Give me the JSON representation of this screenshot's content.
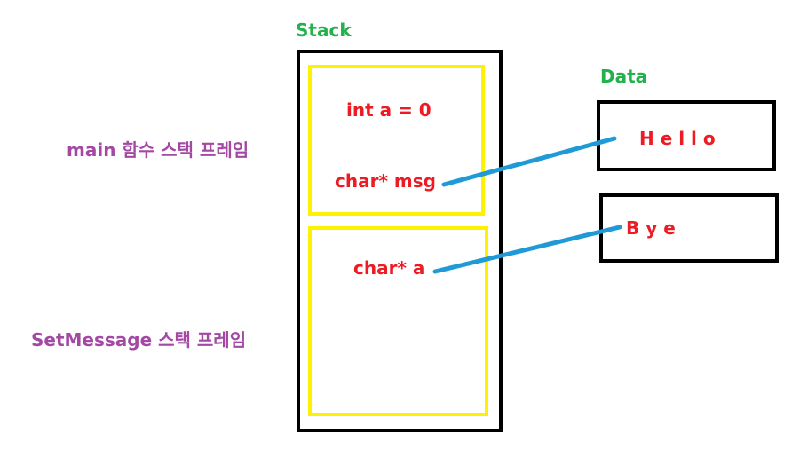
{
  "labels": {
    "stack_title": "Stack",
    "data_title": "Data",
    "main_frame": "main 함수 스택 프레임",
    "setmessage_frame": "SetMessage 스택 프레임"
  },
  "main_frame": {
    "var_int": "int a = 0",
    "var_char_ptr": "char* msg"
  },
  "setmessage_frame": {
    "var_char_ptr": "char* a"
  },
  "data": {
    "hello": "H e l l o",
    "bye": "B y e"
  },
  "colors": {
    "title_green": "#22b14c",
    "frame_label_purple": "#a349a4",
    "value_red": "#ed1c24",
    "frame_yellow": "#fff200",
    "pointer_blue": "#1f9ad6"
  }
}
